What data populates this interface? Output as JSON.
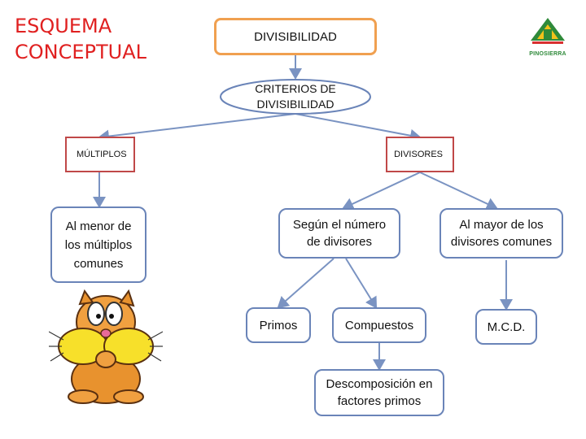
{
  "title": {
    "line1": "ESQUEMA",
    "line2": "CONCEPTUAL"
  },
  "logo": {
    "text": "PINOSIERRA",
    "colors": {
      "green": "#2f8a3a",
      "yellow": "#f2c21b",
      "red": "#d83030"
    }
  },
  "nodes": {
    "root": "DIVISIBILIDAD",
    "criteria": "CRITERIOS DE DIVISIBILIDAD",
    "multiples": "MÚLTIPLOS",
    "divisors": "DIVISORES",
    "least_multiple": "Al menor de los múltiplos comunes",
    "by_number": "Según el número de divisores",
    "greatest_divisor": "Al mayor de los divisores comunes",
    "primes": "Primos",
    "composites": "Compuestos",
    "mcd": "M.C.D.",
    "factorization": "Descomposición en factores primos"
  },
  "colors": {
    "title": "#e02020",
    "line": "#7a93c2",
    "orange_border": "#f0a050",
    "red_border": "#c04848",
    "blue_border": "#6a84b8"
  },
  "illustration": {
    "subject": "cartoon-cat"
  }
}
